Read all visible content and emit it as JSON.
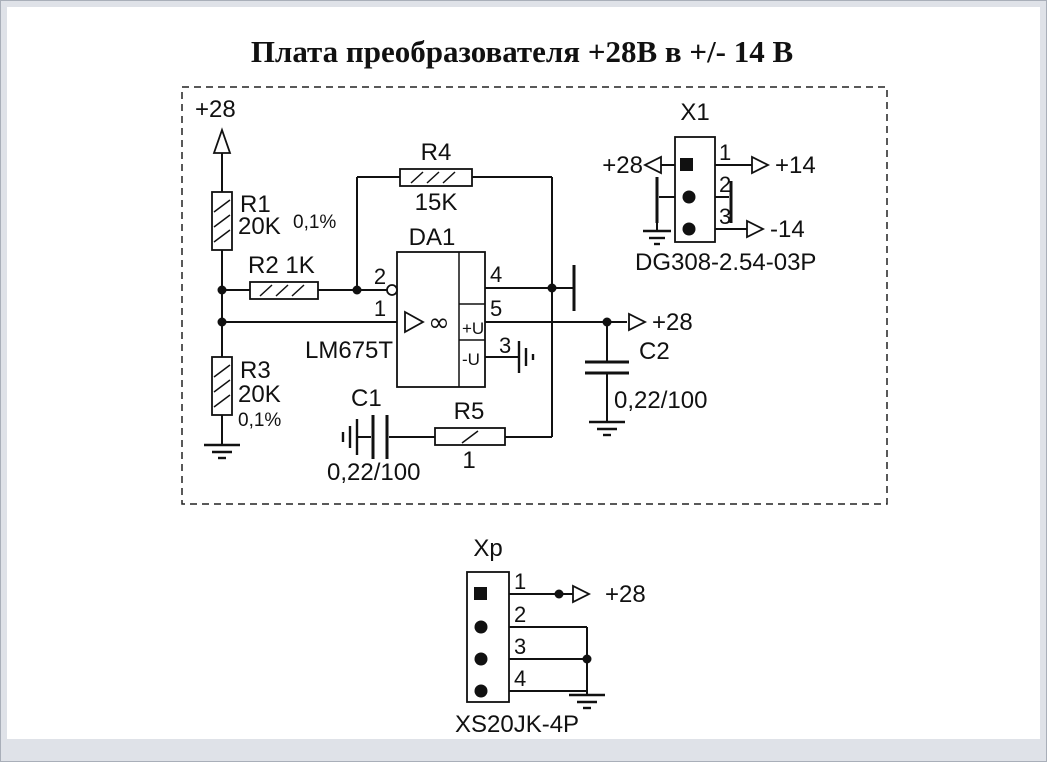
{
  "title": "Плата преобразователя +28В в +/- 14 В",
  "power": {
    "top_in": "+28"
  },
  "r1": {
    "ref": "R1",
    "value": "20K",
    "tolerance": "0,1%"
  },
  "r2": {
    "ref_value": "R2 1K"
  },
  "r3": {
    "ref": "R3",
    "value": "20K",
    "tolerance": "0,1%"
  },
  "r4": {
    "ref": "R4",
    "value": "15K"
  },
  "r5": {
    "ref": "R5",
    "value": "1"
  },
  "c1": {
    "ref": "C1",
    "value": "0,22/100"
  },
  "c2": {
    "ref": "C2",
    "value": "0,22/100"
  },
  "opamp": {
    "ref": "DA1",
    "part": "LM675T",
    "symbol": "∞",
    "pin1": "1",
    "pin2": "2",
    "pin3": "3",
    "pin4": "4",
    "pin5": "5",
    "vplus": "+U",
    "vminus": "-U"
  },
  "out": {
    "v28": "+28"
  },
  "x1": {
    "ref": "X1",
    "part": "DG308-2.54-03P",
    "pin1": "1",
    "pin2": "2",
    "pin3": "3",
    "in": "+28",
    "out_plus": "+14",
    "out_minus": "-14"
  },
  "xp": {
    "ref": "Xp",
    "part": "XS20JK-4P",
    "pin1": "1",
    "pin2": "2",
    "pin3": "3",
    "pin4": "4",
    "out": "+28"
  },
  "colors": {
    "line": "#111111",
    "frame": "#dfe2e8",
    "canvas": "#ffffff"
  }
}
